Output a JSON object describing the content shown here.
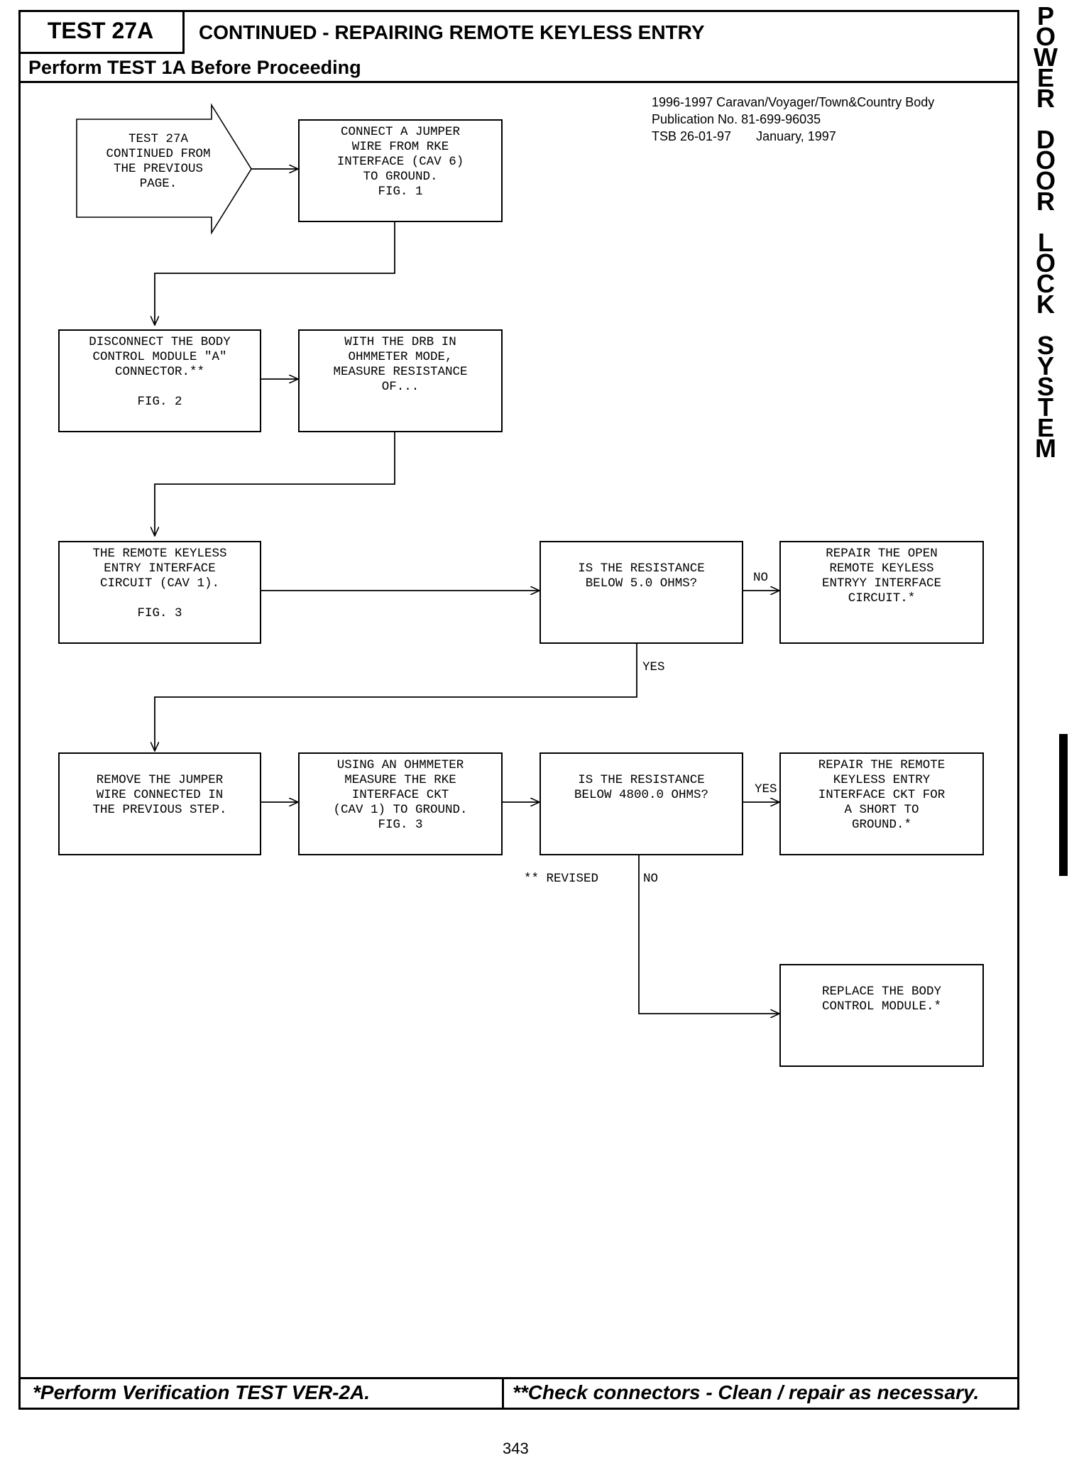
{
  "header": {
    "test_id": "TEST 27A",
    "title": "CONTINUED - REPAIRING REMOTE KEYLESS ENTRY",
    "subtitle": "Perform TEST 1A Before Proceeding"
  },
  "publication": {
    "line1": "1996-1997 Caravan/Voyager/Town&Country Body",
    "line2": "Publication No. 81-699-96035",
    "line3": "TSB 26-01-97       January, 1997"
  },
  "side_title": [
    "P",
    "O",
    "W",
    "E",
    "R",
    "",
    "D",
    "O",
    "O",
    "R",
    "",
    "L",
    "O",
    "C",
    "K",
    "",
    "S",
    "Y",
    "S",
    "T",
    "E",
    "M"
  ],
  "flow": {
    "start": [
      "TEST 27A",
      "CONTINUED FROM",
      "THE PREVIOUS",
      "PAGE."
    ],
    "step_jumper": [
      "CONNECT A JUMPER",
      "WIRE FROM RKE",
      "INTERFACE (CAV 6)",
      "TO GROUND.",
      "FIG. 1"
    ],
    "step_disconnect": [
      "DISCONNECT THE BODY",
      "CONTROL MODULE \"A\"",
      "CONNECTOR.**",
      "",
      "FIG. 2"
    ],
    "step_measure": [
      "WITH THE DRB IN",
      "OHMMETER MODE,",
      "MEASURE RESISTANCE",
      "OF..."
    ],
    "step_circuit": [
      "THE REMOTE KEYLESS",
      "ENTRY INTERFACE",
      "CIRCUIT (CAV 1).",
      "",
      "FIG. 3"
    ],
    "decision_5ohm": [
      "",
      "IS THE RESISTANCE",
      "BELOW 5.0 OHMS?"
    ],
    "repair_open": [
      "REPAIR THE OPEN",
      "REMOTE KEYLESS",
      "ENTRYY INTERFACE",
      "CIRCUIT.*"
    ],
    "step_remove": [
      "",
      "REMOVE THE JUMPER",
      "WIRE CONNECTED IN",
      "THE PREVIOUS STEP."
    ],
    "step_ohmmeter": [
      "USING AN OHMMETER",
      "MEASURE THE RKE",
      "INTERFACE CKT",
      "(CAV 1) TO GROUND.",
      "FIG. 3"
    ],
    "decision_4800": [
      "",
      "IS THE RESISTANCE",
      "BELOW 4800.0 OHMS?"
    ],
    "repair_short": [
      "REPAIR THE REMOTE",
      "KEYLESS ENTRY",
      "INTERFACE CKT FOR",
      "A SHORT TO",
      "GROUND.*"
    ],
    "replace_module": [
      "",
      "REPLACE THE BODY",
      "CONTROL MODULE.*"
    ]
  },
  "labels": {
    "no1": "NO",
    "yes1": "YES",
    "yes2": "YES",
    "no2": "NO",
    "revised": "** REVISED"
  },
  "footer": {
    "left": "*Perform Verification TEST VER-2A.",
    "right": "**Check connectors - Clean / repair as necessary.",
    "page": "343"
  }
}
